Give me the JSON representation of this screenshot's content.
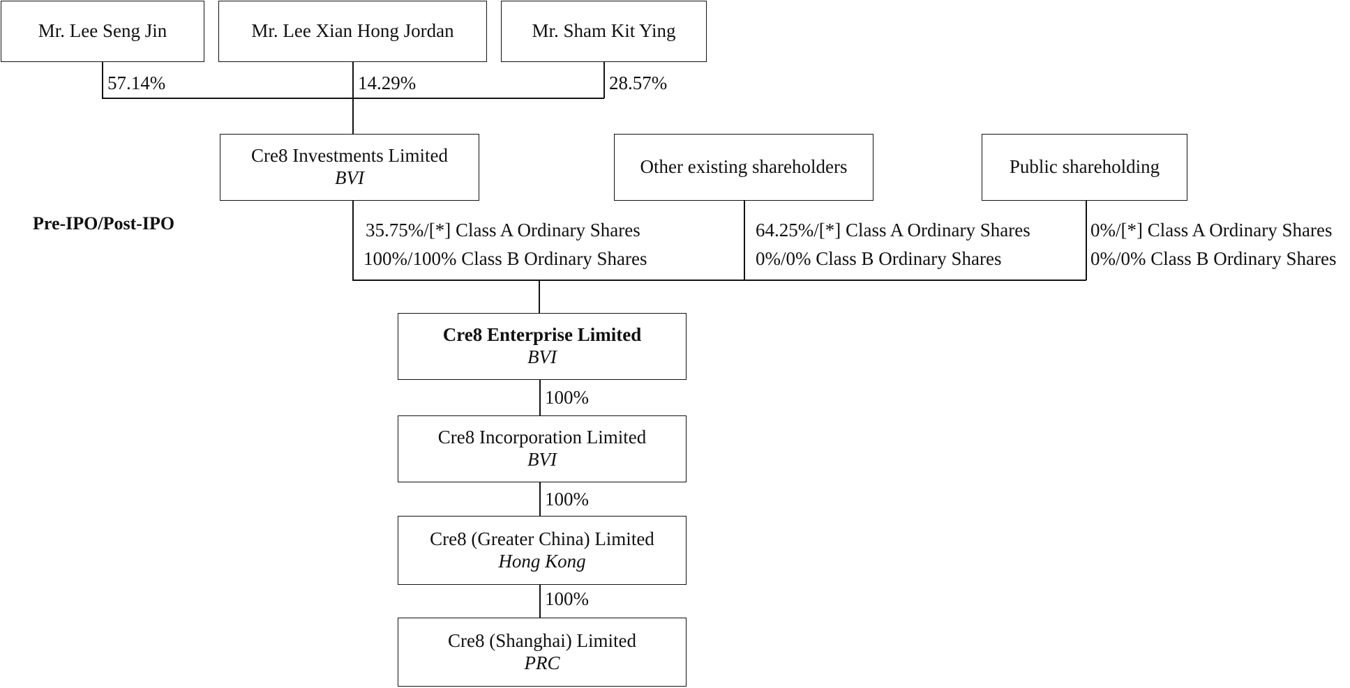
{
  "owners": [
    {
      "name": "Mr. Lee Seng Jin",
      "pct": "57.14%"
    },
    {
      "name": "Mr. Lee Xian Hong Jordan",
      "pct": "14.29%"
    },
    {
      "name": "Mr. Sham Kit Ying",
      "pct": "28.57%"
    }
  ],
  "section_label": "Pre-IPO/Post-IPO",
  "holders": [
    {
      "name": "Cre8 Investments Limited",
      "jurisdiction": "BVI",
      "class_a": "35.75%/[*]  Class A Ordinary Shares",
      "class_b": "100%/100% Class B Ordinary Shares"
    },
    {
      "name": "Other existing shareholders",
      "jurisdiction": "",
      "class_a": "64.25%/[*] Class A Ordinary Shares",
      "class_b": "0%/0% Class B Ordinary Shares"
    },
    {
      "name": "Public shareholding",
      "jurisdiction": "",
      "class_a": "0%/[*] Class A Ordinary Shares",
      "class_b": "0%/0% Class B Ordinary Shares"
    }
  ],
  "chain": [
    {
      "name": "Cre8 Enterprise Limited",
      "jurisdiction": "BVI",
      "pct_below": "100%"
    },
    {
      "name": "Cre8 Incorporation Limited",
      "jurisdiction": "BVI",
      "pct_below": "100%"
    },
    {
      "name": "Cre8 (Greater China) Limited",
      "jurisdiction": "Hong Kong",
      "pct_below": "100%"
    },
    {
      "name": "Cre8 (Shanghai) Limited",
      "jurisdiction": "PRC",
      "pct_below": ""
    }
  ]
}
